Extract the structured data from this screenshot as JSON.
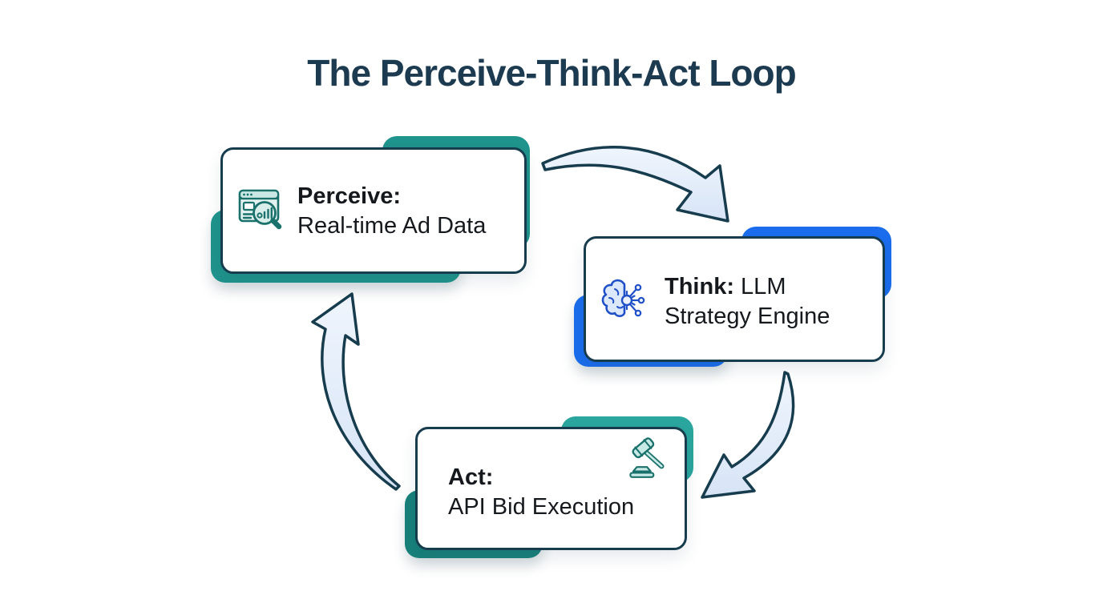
{
  "title": "The Perceive-Think-Act Loop",
  "colors": {
    "title_text": "#1d3b50",
    "outline": "#163c4e",
    "text": "#15181c",
    "card_bg": "#ffffff",
    "teal_accent": "#1f948c",
    "blue_accent": "#1b6ded",
    "teal_accent_light": "#2aa69e",
    "teal_accent_dark": "#18807a",
    "arrow_fill_light": "#eff5fd",
    "arrow_fill_dark": "#d7e4f6",
    "icon_teal_stroke": "#1a716b",
    "icon_teal_fill": "#d9edeb",
    "icon_blue_stroke": "#2050c8",
    "icon_blue_fill": "#dce8fb"
  },
  "nodes": [
    {
      "id": "perceive",
      "line1_bold": "Perceive:",
      "line1_regular": "",
      "line2": "Real-time Ad Data",
      "icon": "browser-analytics-icon",
      "accent_color": "#1f948c"
    },
    {
      "id": "think",
      "line1_bold": "Think:",
      "line1_regular": " LLM",
      "line2": "Strategy Engine",
      "icon": "brain-network-icon",
      "accent_color": "#1b6ded"
    },
    {
      "id": "act",
      "line1_bold": "Act:",
      "line1_regular": "",
      "line2": "API Bid Execution",
      "icon": "gavel-icon",
      "accent_color_top": "#2aa69e",
      "accent_color_bottom": "#18807a"
    }
  ],
  "arrows": [
    {
      "from": "Perceive",
      "to": "Think"
    },
    {
      "from": "Think",
      "to": "Act"
    },
    {
      "from": "Act",
      "to": "Perceive"
    }
  ]
}
